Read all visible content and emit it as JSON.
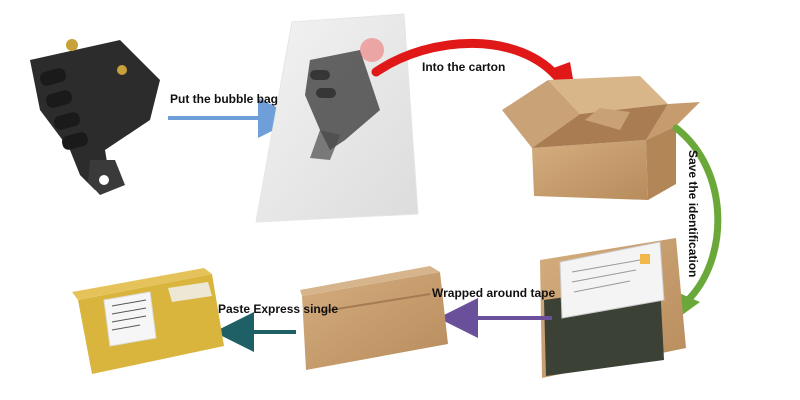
{
  "steps": {
    "bubble_bag": "Put the bubble bag",
    "into_carton": "Into the carton",
    "save_identification": "Save the identification",
    "wrapped_tape": "Wrapped around tape",
    "paste_express": "Paste Express single"
  },
  "colors": {
    "arrow_blue": "#6f9fd8",
    "arrow_red": "#e01818",
    "arrow_green": "#6aa83a",
    "arrow_purple": "#6a4f9a",
    "arrow_teal": "#1f5f66",
    "cardboard": "#c8a070",
    "cardboard_dark": "#a9815a",
    "parcel_tape": "#d9b53d"
  },
  "icons": {
    "part": "ignition-coil-part-icon",
    "bag": "bubble-bag-icon",
    "open_box": "open-carton-box-icon",
    "box_with_manual": "carton-with-manual-icon",
    "sealed_box": "sealed-carton-icon",
    "labeled_parcel": "labeled-parcel-icon"
  }
}
